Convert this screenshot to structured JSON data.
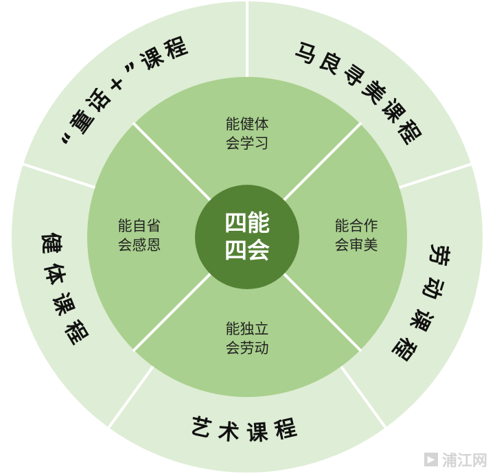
{
  "center": {
    "line1": "四能",
    "line2": "四会"
  },
  "abilities": [
    {
      "line1": "能健体",
      "line2": "会学习"
    },
    {
      "line1": "能合作",
      "line2": "会审美"
    },
    {
      "line1": "能独立",
      "line2": "会劳动"
    },
    {
      "line1": "能自省",
      "line2": "会感恩"
    }
  ],
  "courses": [
    "“童话+”课程",
    "马良寻美课程",
    "劳动课程",
    "艺术课程",
    "健体课程"
  ],
  "watermark": {
    "icon": "play-logo-icon",
    "text": "浦江网"
  },
  "colors": {
    "outer": "#deedd5",
    "middle": "#a9d08e",
    "center": "#548235",
    "divider": "#ffffff"
  }
}
